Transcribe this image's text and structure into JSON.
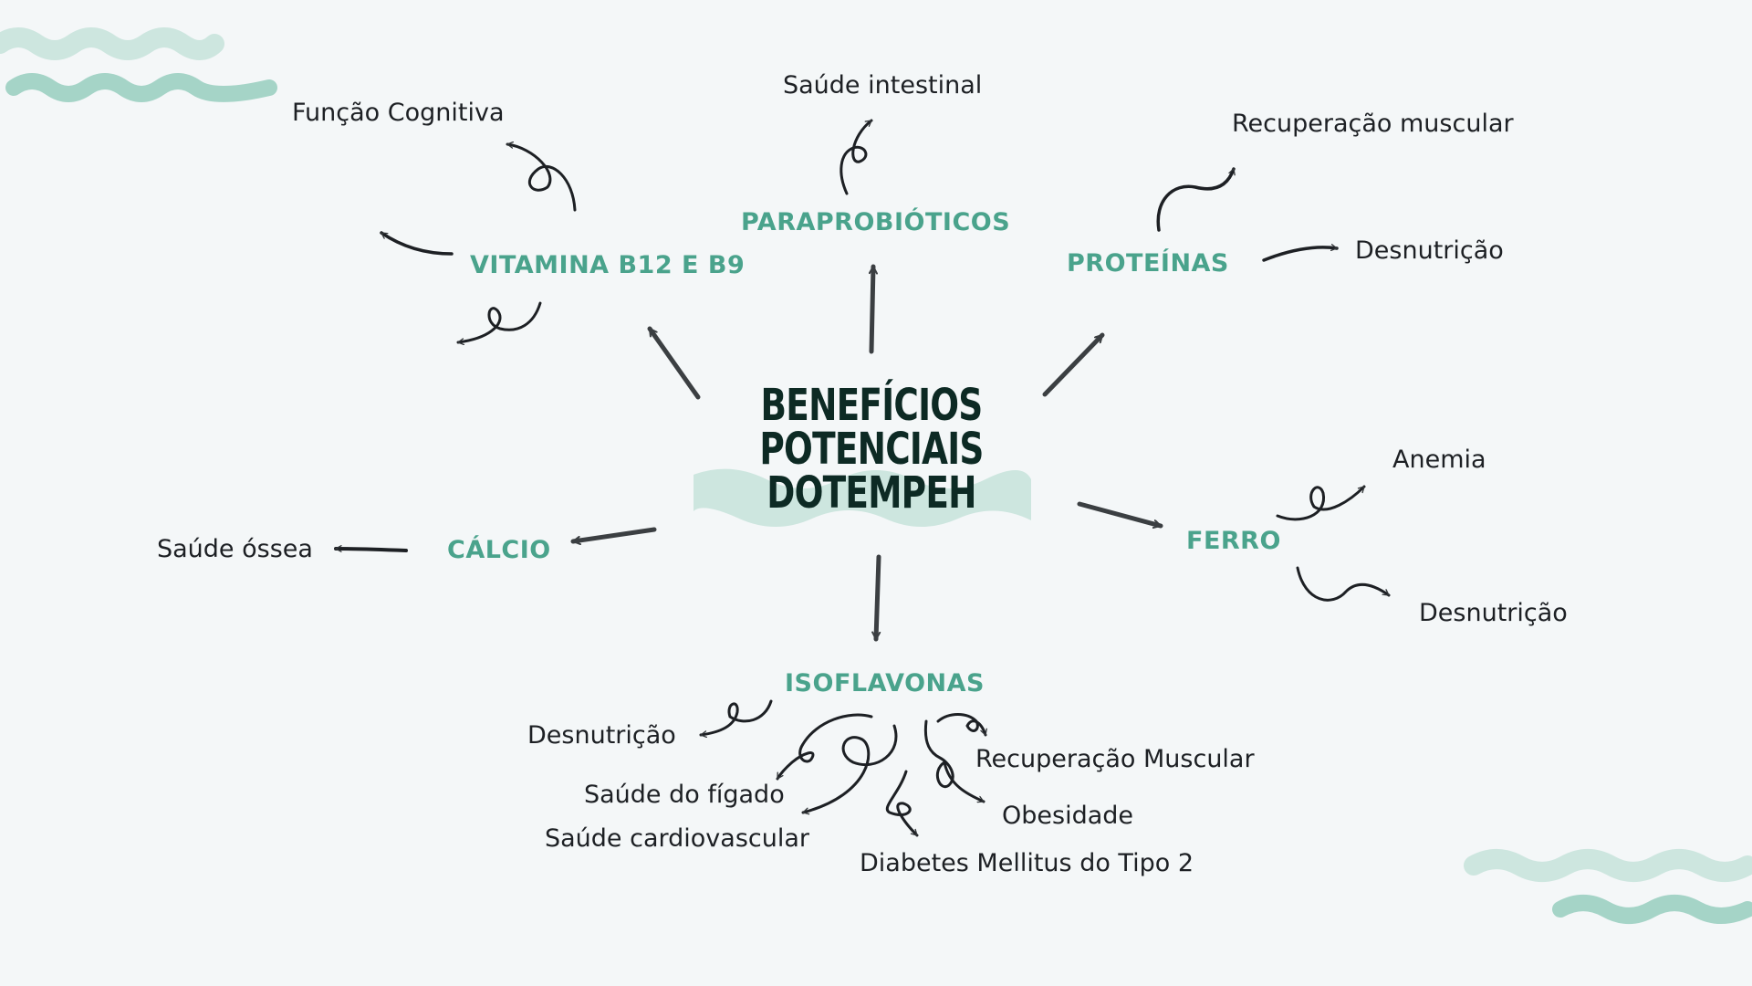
{
  "center": {
    "title": [
      "BENEFÍCIOS",
      "POTENCIAIS",
      "DOTEMPEH"
    ]
  },
  "categories": {
    "vitamina": "VITAMINA B12 E B9",
    "paraprobioticos": "PARAPROBIÓTICOS",
    "proteinas": "PROTEÍNAS",
    "calcio": "CÁLCIO",
    "ferro": "FERRO",
    "isoflavonas": "ISOFLAVONAS"
  },
  "benefits": {
    "vitamina_cognitiva": "Função Cognitiva",
    "paraprobioticos_intestinal": "Saúde intestinal",
    "proteinas_recuperacao": "Recuperação muscular",
    "proteinas_desnutricao": "Desnutrição",
    "calcio_ossea": "Saúde óssea",
    "ferro_anemia": "Anemia",
    "ferro_desnutricao": "Desnutrição",
    "isoflavonas_desnutricao": "Desnutrição",
    "isoflavonas_figado": "Saúde do fígado",
    "isoflavonas_cardiovascular": "Saúde cardiovascular",
    "isoflavonas_recuperacao": "Recuperação Muscular",
    "isoflavonas_obesidade": "Obesidade",
    "isoflavonas_diabetes": "Diabetes Mellitus do Tipo 2"
  },
  "colors": {
    "background": "#f4f7f8",
    "accent_green": "#4aa38c",
    "wave_light": "#cde6df",
    "wave_dark": "#a5d4c7",
    "center_text": "#0d2a24",
    "text": "#1d2024",
    "arrow": "#33373a"
  }
}
